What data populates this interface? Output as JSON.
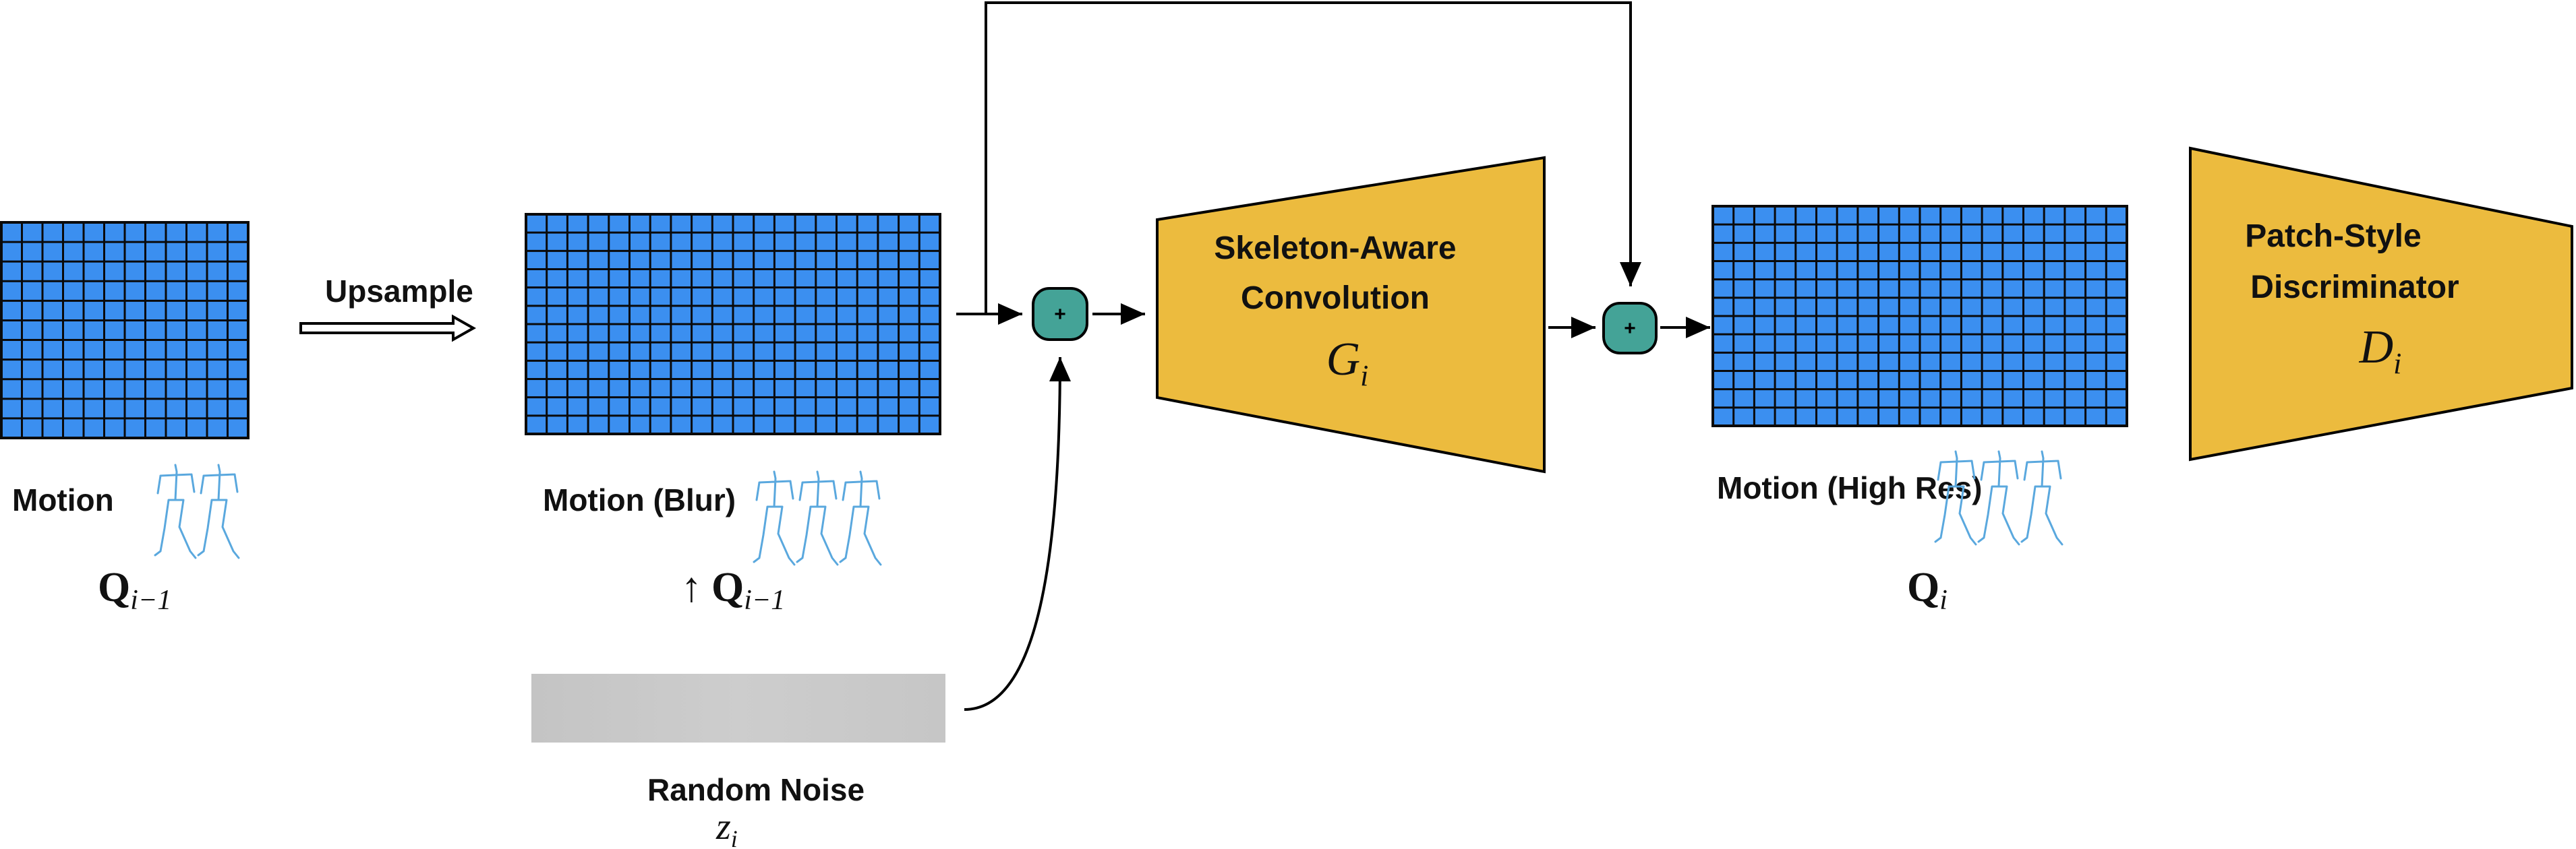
{
  "colors": {
    "grid_fill": "#3b8ff0",
    "grid_line": "#0a0a0a",
    "block_fill": "#ecbb3e",
    "plus_fill": "#44a397",
    "noise_fill": "#c8c8c8",
    "skeleton": "#5aa8de",
    "arrow": "#000000"
  },
  "input": {
    "label": "Motion",
    "math_main": "Q",
    "math_sub": "i−1"
  },
  "upsample": {
    "label": "Upsample"
  },
  "blur": {
    "label": "Motion (Blur)",
    "math_prefix": "↑",
    "math_main": "Q",
    "math_sub": "i−1"
  },
  "noise": {
    "label": "Random Noise",
    "math_main": "z",
    "math_sub": "i"
  },
  "generator": {
    "line1": "Skeleton-Aware",
    "line2": "Convolution",
    "math_main": "G",
    "math_sub": "i"
  },
  "plus_symbol": "+",
  "output": {
    "label": "Motion (High Res)",
    "math_main": "Q",
    "math_sub": "i"
  },
  "discriminator": {
    "line1": "Patch-Style",
    "line2": "Discriminator",
    "math_main": "D",
    "math_sub": "i"
  },
  "icons": [
    "skeleton-icon",
    "add-icon",
    "hollow-arrow-icon"
  ]
}
